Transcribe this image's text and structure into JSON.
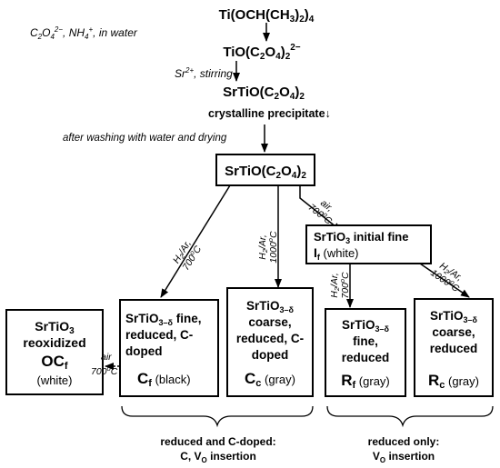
{
  "chain": {
    "precursor": {
      "main": "Ti(OCH(CH",
      "sub1": "3",
      "mid": ")",
      "sub2": "2",
      "end": ")",
      "sub3": "4"
    },
    "step1": {
      "a": "C",
      "a_sub": "2",
      "b": "O",
      "b_sub": "4",
      "b_sup": "2−",
      "c": ", NH",
      "c_sub": "4",
      "c_sup": "+",
      "d": ", in water"
    },
    "ion": {
      "a": "TiO(C",
      "a_sub": "2",
      "b": "O",
      "b_sub": "4",
      "c": ")",
      "c_sub": "2",
      "c_sup": "2−"
    },
    "step2": {
      "a": "Sr",
      "a_sup": "2+",
      "b": ", stirring"
    },
    "oxalate": {
      "a": "SrTiO(C",
      "a_sub": "2",
      "b": "O",
      "b_sub": "4",
      "c": ")",
      "c_sub": "2"
    },
    "precipitate": "crystalline precipitate↓",
    "step3": "after washing with water and drying",
    "boxed_oxalate": {
      "a": "SrTiO(C",
      "a_sub": "2",
      "b": "O",
      "b_sub": "4",
      "c": ")",
      "c_sub": "2"
    }
  },
  "conditions": {
    "h2ar_700": {
      "gas": "H",
      "gas_sub": "2",
      "gas_rest": "/Ar,",
      "temp": "700",
      "unit": "C"
    },
    "h2ar_1000": {
      "gas": "H",
      "gas_sub": "2",
      "gas_rest": "/Ar,",
      "temp": "1000",
      "unit": "C"
    },
    "air_700": {
      "gas": "air,",
      "temp": "700",
      "unit": "C"
    },
    "h2ar_700_b": {
      "gas": "H",
      "gas_sub": "2",
      "gas_rest": "/Ar,",
      "temp": "700",
      "unit": "C"
    },
    "h2ar_1000_b": {
      "gas": "H",
      "gas_sub": "2",
      "gas_rest": "/Ar,",
      "temp": "1000",
      "unit": "C"
    },
    "air_700_left": {
      "gas": "air",
      "temp": "700",
      "unit": "C"
    }
  },
  "initial_box": {
    "line1_a": "SrTiO",
    "line1_sub": "3",
    "line1_b": " initial fine",
    "label": "I",
    "label_sub": "f",
    "note": " (white)"
  },
  "boxes": {
    "oc": {
      "line1_a": "SrTiO",
      "line1_sub": "3",
      "line2": "reoxidized",
      "label": "OC",
      "label_sub": "f",
      "note": "(white)"
    },
    "cf": {
      "line1_a": "SrTiO",
      "line1_sub": "3–δ",
      "line1_b": " fine,",
      "line2": "reduced, C-",
      "line3": "doped",
      "label": "C",
      "label_sub": "f",
      "note": " (black)"
    },
    "cc": {
      "line1_a": "SrTiO",
      "line1_sub": "3–δ",
      "line2": "coarse,",
      "line3": "reduced, C-",
      "line4": "doped",
      "label": "C",
      "label_sub": "c",
      "note": " (gray)"
    },
    "rf": {
      "line1_a": "SrTiO",
      "line1_sub": "3–δ",
      "line2": "fine,",
      "line3": "reduced",
      "label": "R",
      "label_sub": "f",
      "note": " (gray)"
    },
    "rc": {
      "line1_a": "SrTiO",
      "line1_sub": "3–δ",
      "line2": "coarse,",
      "line3": "reduced",
      "label": "R",
      "label_sub": "c",
      "note": " (gray)"
    }
  },
  "groups": {
    "left": {
      "line1": "reduced and C-doped:",
      "line2_a": "C, V",
      "line2_sub": "O",
      "line2_b": " insertion"
    },
    "right": {
      "line1": "reduced only:",
      "line2_a": "V",
      "line2_sub": "O",
      "line2_b": " insertion"
    }
  }
}
